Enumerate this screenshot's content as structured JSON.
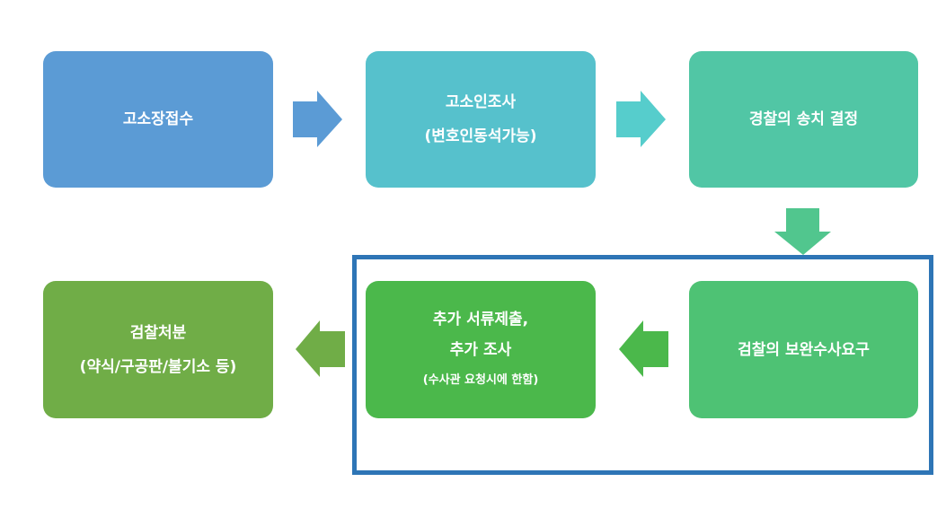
{
  "diagram": {
    "type": "flowchart",
    "steps": [
      {
        "id": "b1",
        "lines": [
          "고소장접수"
        ],
        "color": "#5b9bd5"
      },
      {
        "id": "b2",
        "lines": [
          "고소인조사",
          "(변호인동석가능)"
        ],
        "color": "#56c1cc"
      },
      {
        "id": "b3",
        "lines": [
          "경찰의 송치 결정"
        ],
        "color": "#51c6a5"
      },
      {
        "id": "b4",
        "lines": [
          "검찰의 보완수사요구"
        ],
        "color": "#4ec274"
      },
      {
        "id": "b5",
        "lines": [
          "추가 서류제출,",
          "추가 조사",
          "(수사관 요청시에 한함)"
        ],
        "color": "#4bb84b"
      },
      {
        "id": "b6",
        "lines": [
          "검찰처분",
          "(약식/구공판/불기소 등)"
        ],
        "color": "#70ad47"
      }
    ],
    "arrows": [
      {
        "from": "b1",
        "to": "b2",
        "direction": "right",
        "color": "#5b9bd5"
      },
      {
        "from": "b2",
        "to": "b3",
        "direction": "right",
        "color": "#56cdcc"
      },
      {
        "from": "b3",
        "to": "b4",
        "direction": "down",
        "color": "#51c68e"
      },
      {
        "from": "b4",
        "to": "b5",
        "direction": "left",
        "color": "#4bb84b"
      },
      {
        "from": "b5",
        "to": "b6",
        "direction": "left",
        "color": "#70ad47"
      }
    ],
    "highlight": {
      "contains": [
        "b5",
        "b4"
      ],
      "color": "#2e75b6"
    }
  }
}
